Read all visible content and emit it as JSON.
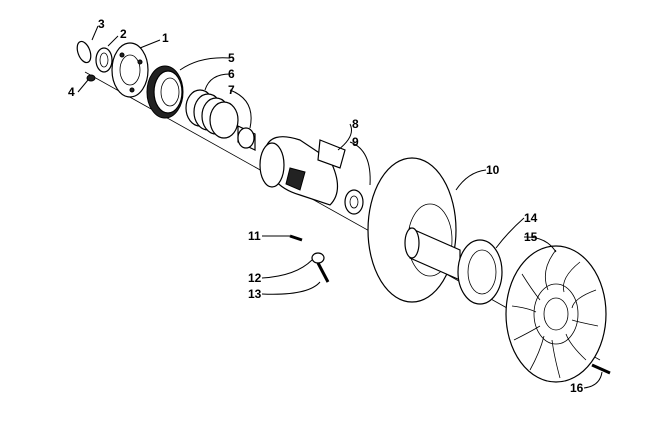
{
  "diagram": {
    "callouts": [
      {
        "id": "c3",
        "label": "3"
      },
      {
        "id": "c2",
        "label": "2"
      },
      {
        "id": "c1",
        "label": "1"
      },
      {
        "id": "c4",
        "label": "4"
      },
      {
        "id": "c5",
        "label": "5"
      },
      {
        "id": "c6",
        "label": "6"
      },
      {
        "id": "c7",
        "label": "7"
      },
      {
        "id": "c8",
        "label": "8"
      },
      {
        "id": "c9",
        "label": "9"
      },
      {
        "id": "c10",
        "label": "10"
      },
      {
        "id": "c11",
        "label": "11"
      },
      {
        "id": "c12",
        "label": "12"
      },
      {
        "id": "c13",
        "label": "13"
      },
      {
        "id": "c14",
        "label": "14"
      },
      {
        "id": "c15",
        "label": "15"
      },
      {
        "id": "c16",
        "label": "16"
      }
    ]
  }
}
